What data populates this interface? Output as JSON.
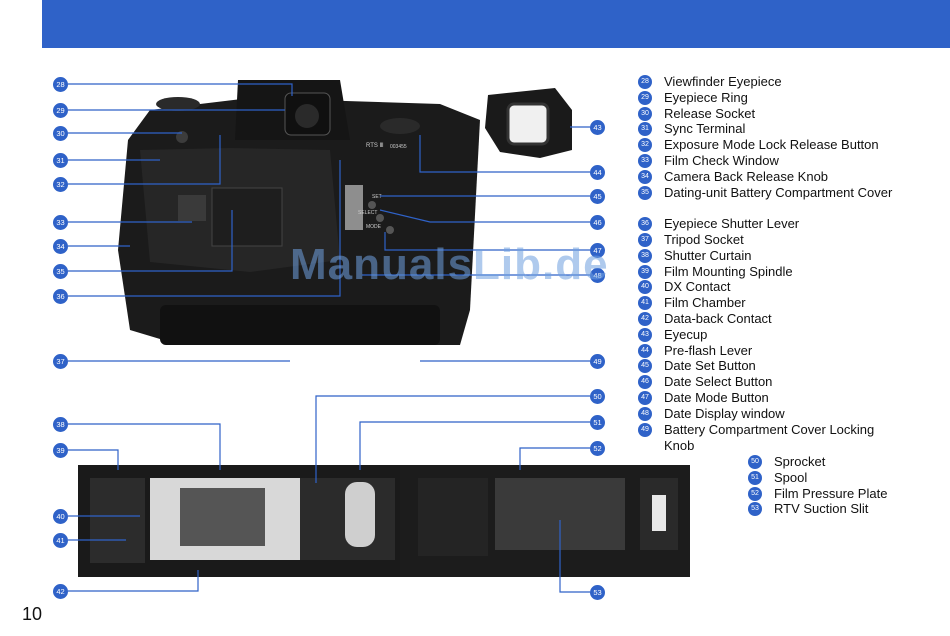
{
  "page_number": "10",
  "watermark": "ManualsLib.de",
  "colors": {
    "accent": "#2f62c8"
  },
  "legend": [
    {
      "num": "28",
      "label": "Viewfinder Eyepiece"
    },
    {
      "num": "29",
      "label": "Eyepiece Ring"
    },
    {
      "num": "30",
      "label": "Release Socket"
    },
    {
      "num": "31",
      "label": "Sync Terminal"
    },
    {
      "num": "32",
      "label": "Exposure Mode Lock Release Button"
    },
    {
      "num": "33",
      "label": "Film Check Window"
    },
    {
      "num": "34",
      "label": "Camera Back Release Knob"
    },
    {
      "num": "35",
      "label": "Dating-unit Battery Compartment Cover"
    },
    {
      "num": "36",
      "label": "Eyepiece Shutter Lever"
    },
    {
      "num": "37",
      "label": "Tripod Socket"
    },
    {
      "num": "38",
      "label": "Shutter Curtain"
    },
    {
      "num": "39",
      "label": "Film Mounting Spindle"
    },
    {
      "num": "40",
      "label": "DX Contact"
    },
    {
      "num": "41",
      "label": "Film Chamber"
    },
    {
      "num": "42",
      "label": "Data-back Contact"
    },
    {
      "num": "43",
      "label": "Eyecup"
    },
    {
      "num": "44",
      "label": "Pre-flash Lever"
    },
    {
      "num": "45",
      "label": "Date Set Button"
    },
    {
      "num": "46",
      "label": "Date Select Button"
    },
    {
      "num": "47",
      "label": "Date Mode Button"
    },
    {
      "num": "48",
      "label": "Date Display window"
    },
    {
      "num": "49",
      "label": "Battery Compartment Cover Locking Knob"
    }
  ],
  "legend2": [
    {
      "num": "50",
      "label": "Sprocket"
    },
    {
      "num": "51",
      "label": "Spool"
    },
    {
      "num": "52",
      "label": "Film Pressure Plate"
    },
    {
      "num": "53",
      "label": "RTV Suction Slit"
    }
  ],
  "callouts": [
    "28",
    "29",
    "30",
    "31",
    "32",
    "33",
    "34",
    "35",
    "36",
    "37",
    "38",
    "39",
    "40",
    "41",
    "42",
    "43",
    "44",
    "45",
    "46",
    "47",
    "48",
    "49",
    "50",
    "51",
    "52",
    "53"
  ],
  "camera_marks": {
    "model": "RTS Ⅲ",
    "serial": "003455",
    "buttons": [
      "SET",
      "SELECT",
      "MODE"
    ]
  }
}
